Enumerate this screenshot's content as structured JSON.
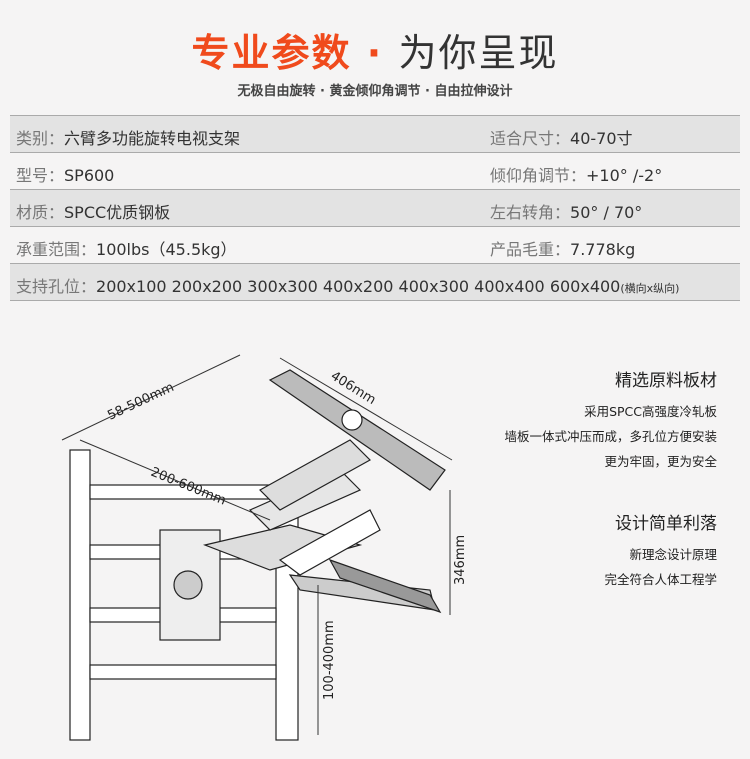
{
  "header": {
    "title_highlight": "专业参数",
    "title_sep": " · ",
    "title_rest": "为你呈现",
    "subtitle": "无极自由旋转 · 黄金倾仰角调节 · 自由拉伸设计"
  },
  "specs": [
    {
      "left_label": "类别：",
      "left_value": "六臂多功能旋转电视支架",
      "right_label": "适合尺寸：",
      "right_value": "40-70寸"
    },
    {
      "left_label": "型号：",
      "left_value": "SP600",
      "right_label": "倾仰角调节：",
      "right_value": "+10° /-2°"
    },
    {
      "left_label": "材质：",
      "left_value": "SPCC优质钢板",
      "right_label": "左右转角：",
      "right_value": "50° / 70°"
    },
    {
      "left_label": "承重范围：",
      "left_value": "100lbs（45.5kg）",
      "right_label": "产品毛重：",
      "right_value": "7.778kg"
    }
  ],
  "holes": {
    "label": "支持孔位：",
    "value": "200x100 200x200  300x300 400x200 400x300 400x400 600x400",
    "note": "(横向x纵向)"
  },
  "diagram": {
    "dim_extension": "58-500mm",
    "dim_plate_width": "406mm",
    "dim_arm": "200-600mm",
    "dim_height": "346mm",
    "dim_wall": "100-400mm"
  },
  "features": [
    {
      "title": "精选原料板材",
      "lines": [
        "采用SPCC高强度冷轧板",
        "墙板一体式冲压而成，多孔位方便安装",
        "更为牢固，更为安全"
      ]
    },
    {
      "title": "设计简单利落",
      "lines": [
        "新理念设计原理",
        "完全符合人体工程学"
      ]
    }
  ]
}
